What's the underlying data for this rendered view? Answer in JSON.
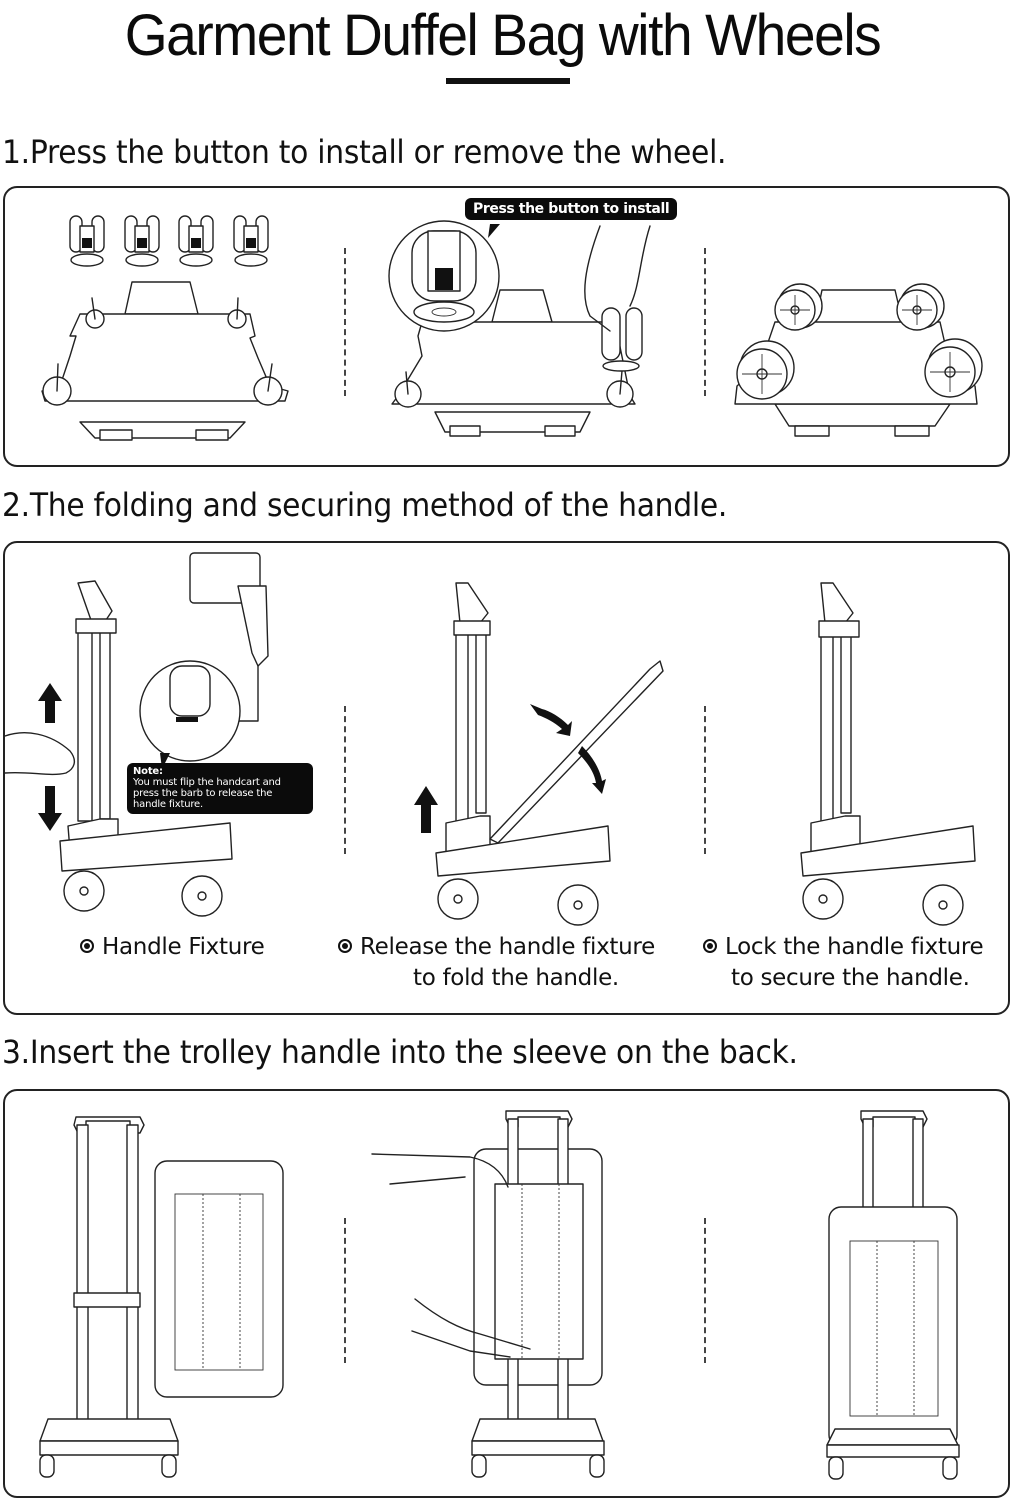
{
  "title": "Garment Duffel Bag with Wheels",
  "steps": [
    {
      "heading": "1.Press the button to install or remove the wheel.",
      "callout": "Press the button to install",
      "figures": [
        "four-detached-wheels-above-base",
        "hand-installing-wheel-with-zoom-inset",
        "base-with-four-wheels-installed"
      ]
    },
    {
      "heading": "2.The folding and securing method of the handle.",
      "note_title": "Note:",
      "note_text": "You must flip the handcart and press the barb to release the handle fixture.",
      "captions": [
        {
          "line1": "Handle Fixture",
          "line2": ""
        },
        {
          "line1": "Release the handle fixture",
          "line2": "to fold the handle."
        },
        {
          "line1": "Lock the handle fixture",
          "line2": "to secure the handle."
        }
      ],
      "figures": [
        "handcart-with-handle-fixture-detail",
        "handle-folding-motion",
        "handle-locked-upright"
      ]
    },
    {
      "heading": "3.Insert the trolley handle into the sleeve on the back.",
      "figures": [
        "trolley-and-bag-separate",
        "hands-sliding-sleeve-over-handle",
        "bag-mounted-on-trolley"
      ]
    }
  ],
  "icons": {
    "bullet": "radio-bullet-icon",
    "arrow_up": "arrow-up-icon",
    "arrow_down": "arrow-down-icon",
    "curved_arrow": "curved-arrow-icon"
  }
}
